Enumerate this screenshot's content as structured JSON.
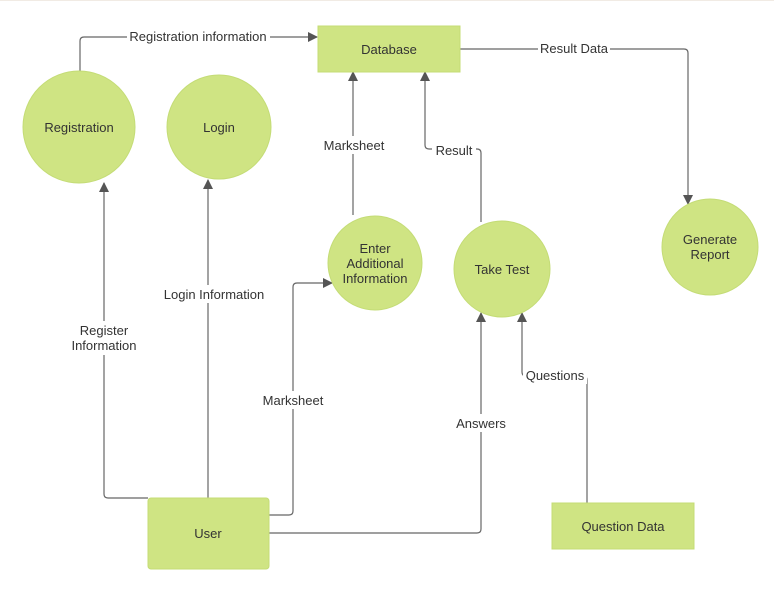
{
  "colors": {
    "node_fill": "#cfe483",
    "node_stroke": "#c4dc76",
    "edge": "#666666",
    "text": "#333333"
  },
  "nodes": {
    "database": "Database",
    "registration": "Registration",
    "login": "Login",
    "enter_additional": [
      "Enter",
      "Additional",
      "Information"
    ],
    "take_test": "Take Test",
    "generate_report": [
      "Generate",
      "Report"
    ],
    "user": "User",
    "question_data": "Question Data"
  },
  "edges": {
    "registration_information": "Registration information",
    "result_data": "Result Data",
    "marksheet_upper": "Marksheet",
    "result": "Result",
    "register_information": [
      "Register",
      "Information"
    ],
    "login_information": "Login Information",
    "marksheet_lower": "Marksheet",
    "answers": "Answers",
    "questions": "Questions"
  }
}
